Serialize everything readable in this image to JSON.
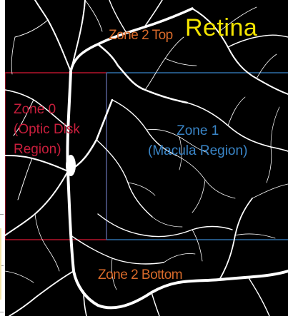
{
  "title": "Retina",
  "zones": {
    "zone2_top": "Zone 2 Top",
    "zone0": "Zone 0\n(Optic Disk\nRegion)",
    "zone1": "Zone 1\n(Macula Region)",
    "zone2_bottom": "Zone 2 Bottom"
  },
  "colors": {
    "background": "#000000",
    "vessel": "#ffffff",
    "zone0_box": "#b5142c",
    "zone1_box": "#2f6fa8",
    "zone0_text": "#c81e3c",
    "zone1_text": "#3a86c8",
    "zone2_text": "#d86a2a",
    "title": "#f4e400"
  },
  "icons": {
    "vessel_tree": "retina-vessel-network"
  }
}
